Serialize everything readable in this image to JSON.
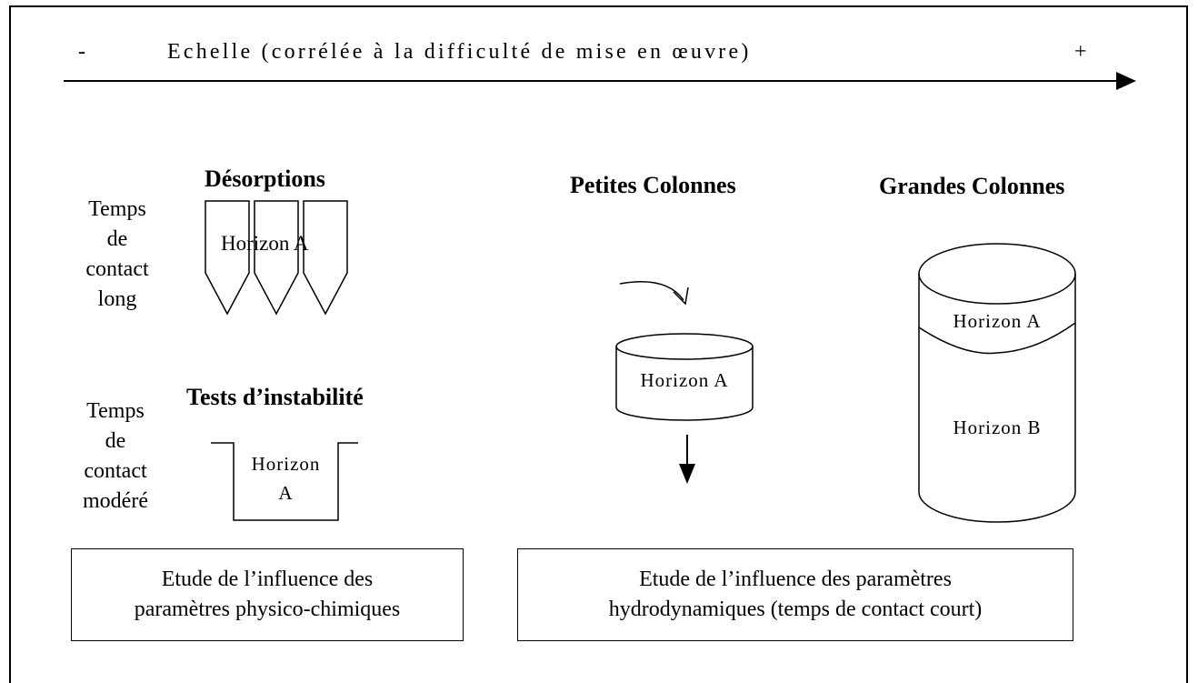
{
  "scale": {
    "minus": "-",
    "label": "Echelle (corrélée à la difficulté de mise en œuvre)",
    "plus": "+"
  },
  "desorptions": {
    "title": "Désorptions",
    "side_label": [
      "Temps",
      "de",
      "contact",
      "long"
    ],
    "horizon_label": "Horizon A"
  },
  "instabilite": {
    "title": "Tests d’instabilité",
    "side_label": [
      "Temps",
      "de",
      "contact",
      "modéré"
    ],
    "horizon_label": [
      "Horizon",
      "A"
    ]
  },
  "petites_colonnes": {
    "title": "Petites Colonnes",
    "horizon_label": "Horizon A"
  },
  "grandes_colonnes": {
    "title": "Grandes Colonnes",
    "horizon_a": "Horizon A",
    "horizon_b": "Horizon B"
  },
  "box_left": [
    "Etude de l’influence des",
    "paramètres physico-chimiques"
  ],
  "box_right": [
    "Etude de l’influence des paramètres",
    "hydrodynamiques (temps de contact court)"
  ]
}
